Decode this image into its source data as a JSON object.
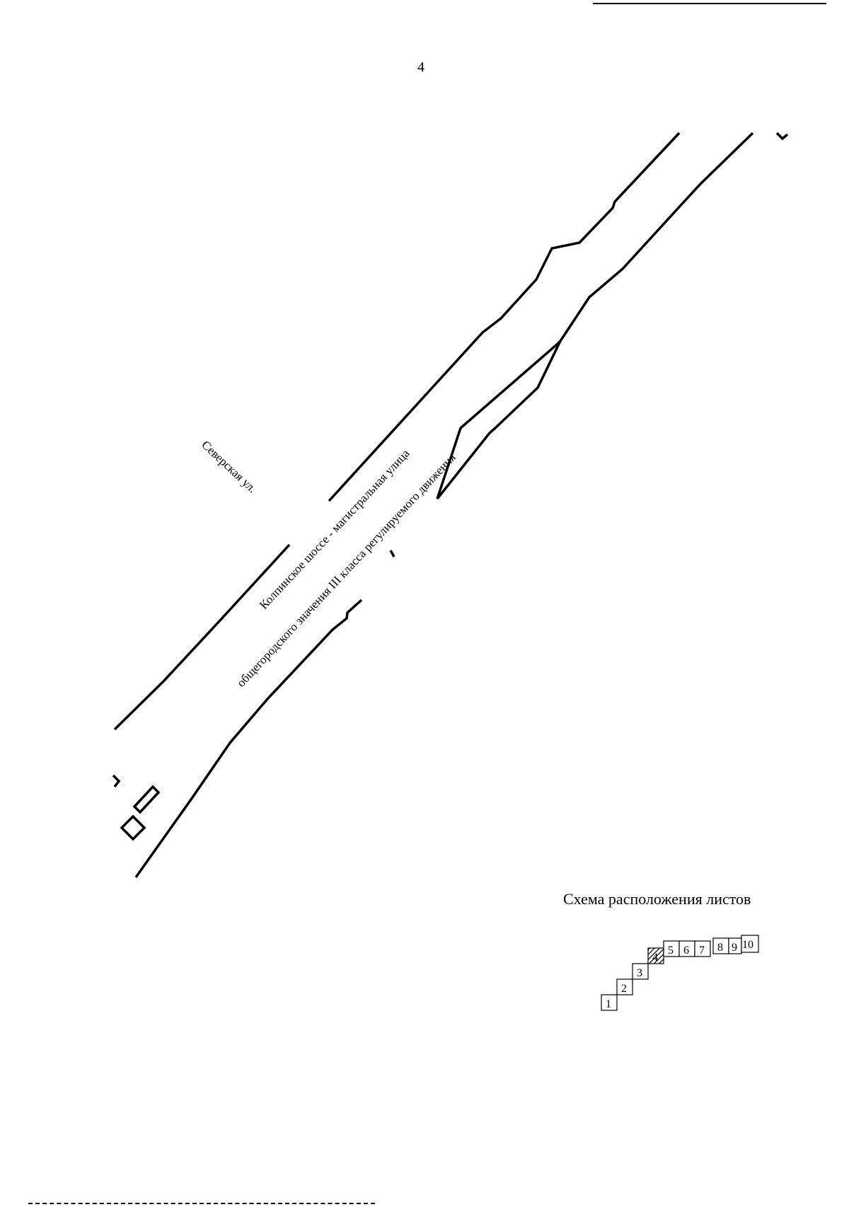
{
  "page": {
    "number": "4"
  },
  "map": {
    "street_north_label": "Северская ул.",
    "highway_label_line1": "Колпинское шоссе - магистральная улица",
    "highway_label_line2": "общегородского значения III класса регулируемого движения"
  },
  "scheme": {
    "title": "Схема расположения листов",
    "sheets": [
      "1",
      "2",
      "3",
      "4",
      "5",
      "6",
      "7",
      "8",
      "9",
      "10"
    ],
    "current_sheet": "4"
  },
  "colors": {
    "ink": "#000000",
    "paper": "#ffffff"
  }
}
